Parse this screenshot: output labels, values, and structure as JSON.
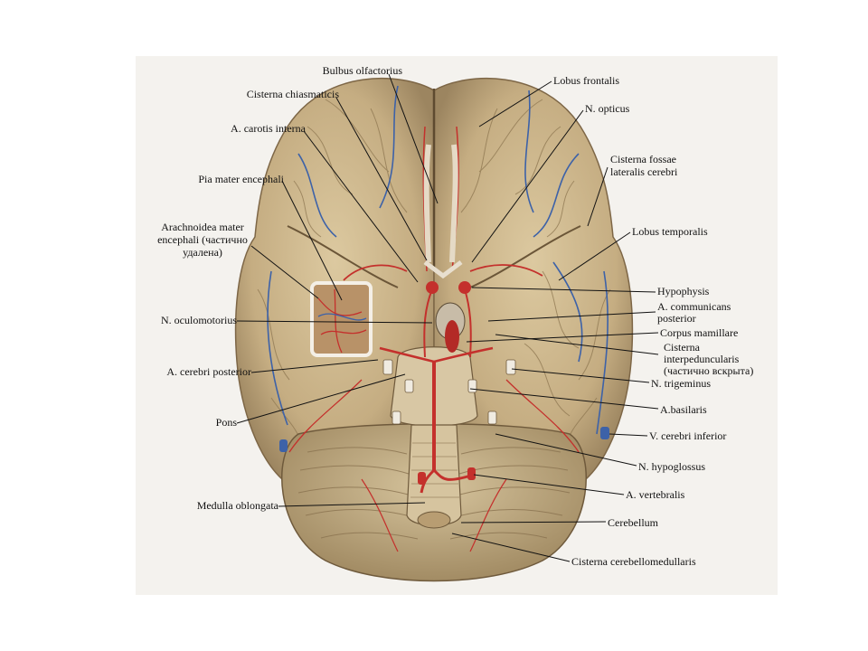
{
  "labels": {
    "bulbus_olfactorius": "Bulbus olfactorius",
    "cisterna_chiasmaticis": "Cisterna chiasmaticis",
    "a_carotis_interna": "A. carotis interna",
    "pia_mater": "Pia mater encephali",
    "arachnoidea_1": "Arachnoidea mater",
    "arachnoidea_2": "encephali (частично",
    "arachnoidea_3": "удалена)",
    "n_oculomotorius": "N. oculomotorius",
    "a_cerebri_posterior": "A. cerebri posterior",
    "pons": "Pons",
    "medulla_oblongata": "Medulla oblongata",
    "lobus_frontalis": "Lobus frontalis",
    "n_opticus": "N. opticus",
    "cisterna_fossae_1": "Cisterna fossae",
    "cisterna_fossae_2": "lateralis cerebri",
    "lobus_temporalis": "Lobus  temporalis",
    "hypophysis": "Hypophysis",
    "a_communicans_1": "A. communicans",
    "a_communicans_2": "posterior",
    "corpus_mamillare": "Corpus mamillare",
    "cisterna_interped_1": "Cisterna",
    "cisterna_interped_2": "interpeduncularis",
    "cisterna_interped_3": "(частично вскрыта)",
    "n_trigeminus": "N. trigeminus",
    "a_basilaris": "A.basilaris",
    "v_cerebri_inferior": "V. cerebri inferior",
    "n_hypoglossus": "N. hypoglossus",
    "a_vertebralis": "A. vertebralis",
    "cerebellum": "Cerebellum",
    "cisterna_cerebellomedullaris": "Cisterna cerebellomedullaris"
  },
  "colors": {
    "tissue": "#cbb58c",
    "tissue_dark": "#8a7250",
    "artery": "#c4302c",
    "vein": "#3d62a8",
    "leader": "#111111"
  }
}
